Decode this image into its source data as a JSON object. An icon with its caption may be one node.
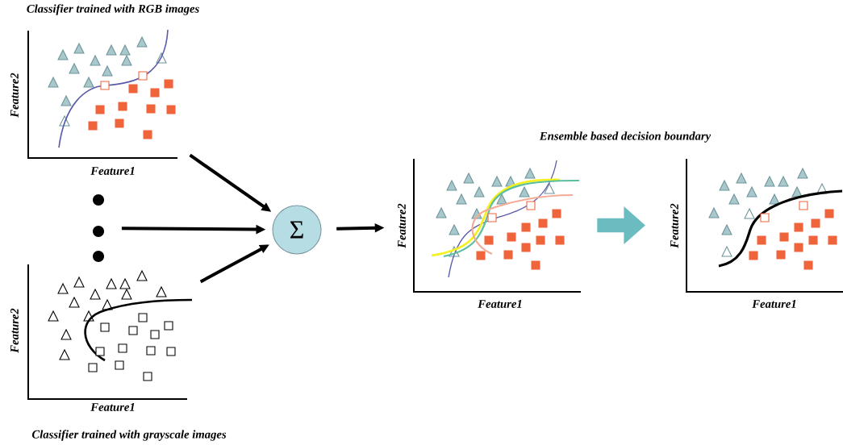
{
  "diagram": {
    "nodes": [
      {
        "text": [
          "Classifier trained with RGB images",
          "Feature2",
          "Feature1"
        ]
      },
      {
        "text": [],
        "shape": "dots"
      },
      {
        "text": [
          "Feature2",
          "Feature1",
          "Classifier trained with grayscale images"
        ]
      },
      {
        "text": [
          "Σ"
        ]
      },
      {
        "text": [
          "Feature2",
          "Feature1"
        ]
      },
      {
        "text": [
          "Feature2",
          "Feature1"
        ]
      }
    ],
    "edges": [
      {
        "from": 0,
        "to": 3,
        "arrow": "to"
      },
      {
        "from": 1,
        "to": 3,
        "arrow": "to"
      },
      {
        "from": 2,
        "to": 3,
        "arrow": "to"
      },
      {
        "from": 3,
        "to": 4,
        "arrow": "to"
      },
      {
        "from": 4,
        "to": 5,
        "arrow": "to",
        "style": "thick",
        "color": "#6bbcc0"
      }
    ],
    "labels": [
      "Ensemble based decision boundary"
    ]
  }
}
